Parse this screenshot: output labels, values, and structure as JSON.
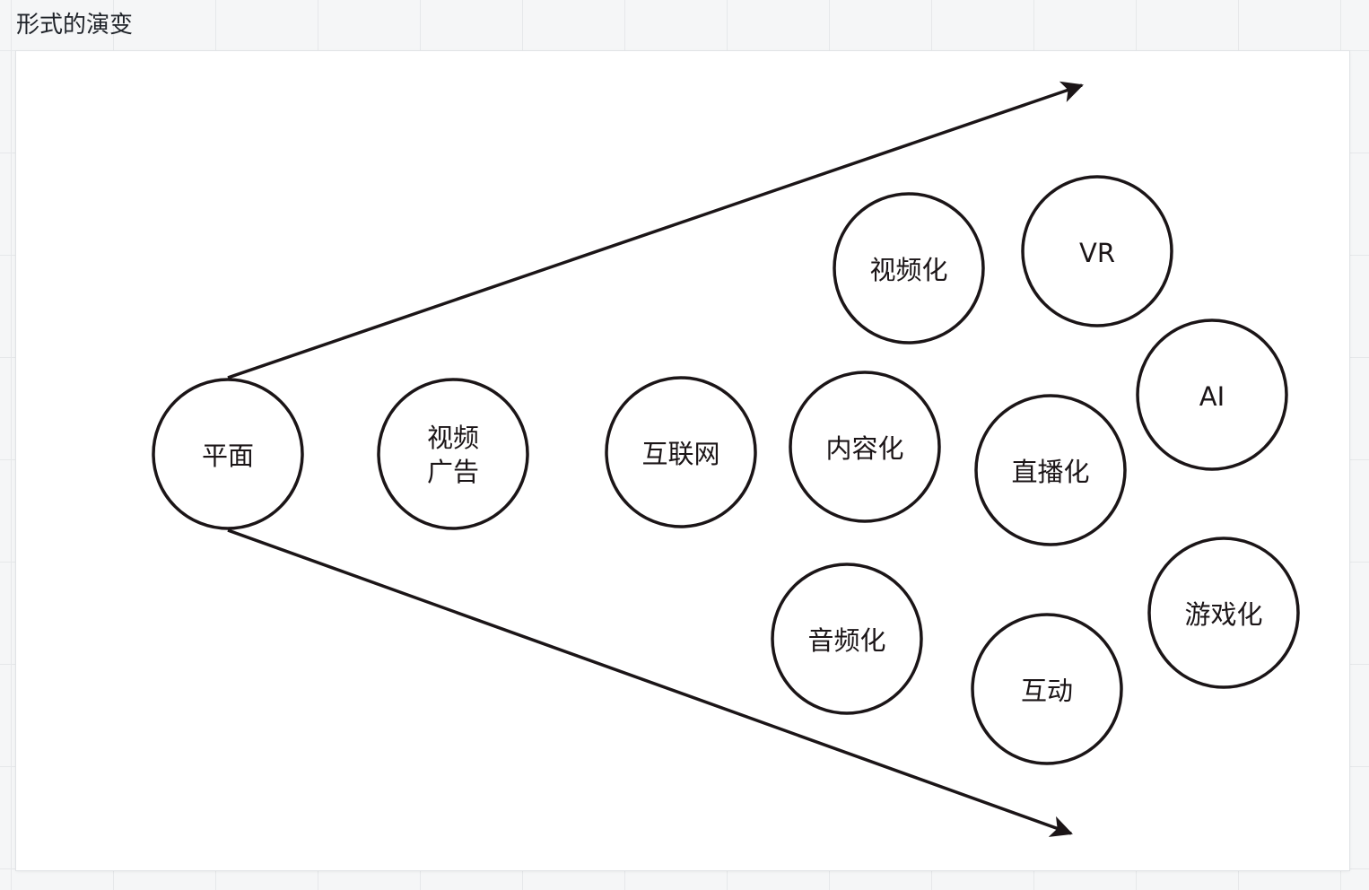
{
  "frame": {
    "title": "形式的演变"
  },
  "colors": {
    "stroke": "#1b1517",
    "canvas": "#ffffff",
    "page_background": "#f5f6f7"
  },
  "diagram": {
    "nodes": [
      {
        "id": "flat",
        "label": "平面"
      },
      {
        "id": "video-ad",
        "label_lines": [
          "视频",
          "广告"
        ]
      },
      {
        "id": "internet",
        "label": "互联网"
      },
      {
        "id": "videoization",
        "label": "视频化"
      },
      {
        "id": "vr",
        "label": "VR"
      },
      {
        "id": "ai",
        "label": "AI"
      },
      {
        "id": "contentization",
        "label": "内容化"
      },
      {
        "id": "livestreaming",
        "label": "直播化"
      },
      {
        "id": "audioization",
        "label": "音频化"
      },
      {
        "id": "interaction",
        "label": "互动"
      },
      {
        "id": "gamification",
        "label": "游戏化"
      }
    ],
    "edges": [
      {
        "from": "flat",
        "direction": "upper-right",
        "arrowhead": "end"
      },
      {
        "from": "flat",
        "direction": "lower-right",
        "arrowhead": "end"
      }
    ]
  }
}
